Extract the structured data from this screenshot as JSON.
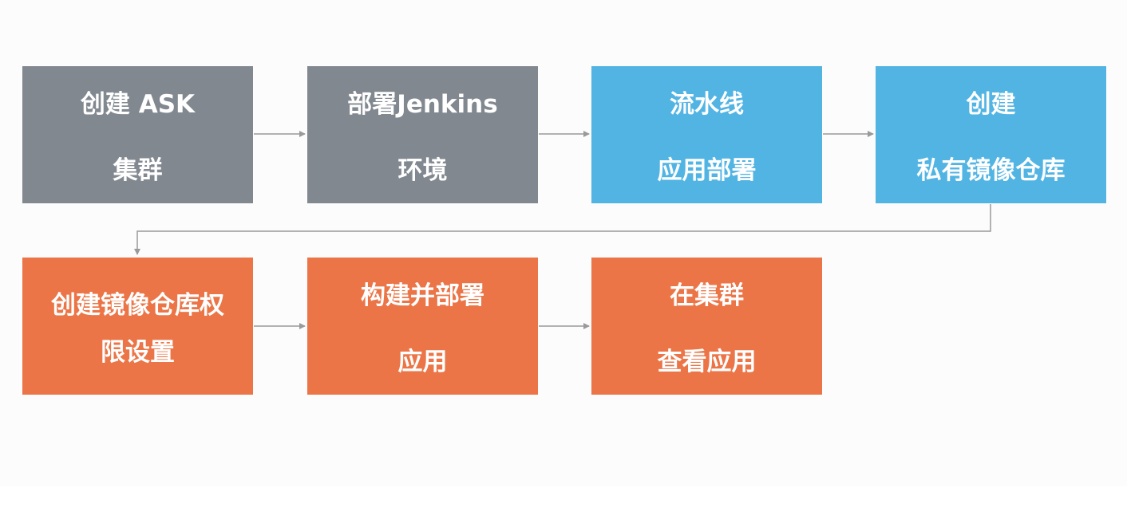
{
  "colors": {
    "setup": "#818890",
    "pipeline": "#52b4e3",
    "build": "#eb7547",
    "connector": "#9a9a9a"
  },
  "steps": [
    {
      "lines": [
        "创建 ASK",
        "集群"
      ]
    },
    {
      "lines": [
        "部署Jenkins",
        "环境"
      ]
    },
    {
      "lines": [
        "流水线",
        "应用部署"
      ]
    },
    {
      "lines": [
        "创建",
        "私有镜像仓库"
      ]
    },
    {
      "lines": [
        "创建镜像仓库权",
        "限设置"
      ]
    },
    {
      "lines": [
        "构建并部署",
        "应用"
      ]
    },
    {
      "lines": [
        "在集群",
        "查看应用"
      ]
    }
  ]
}
